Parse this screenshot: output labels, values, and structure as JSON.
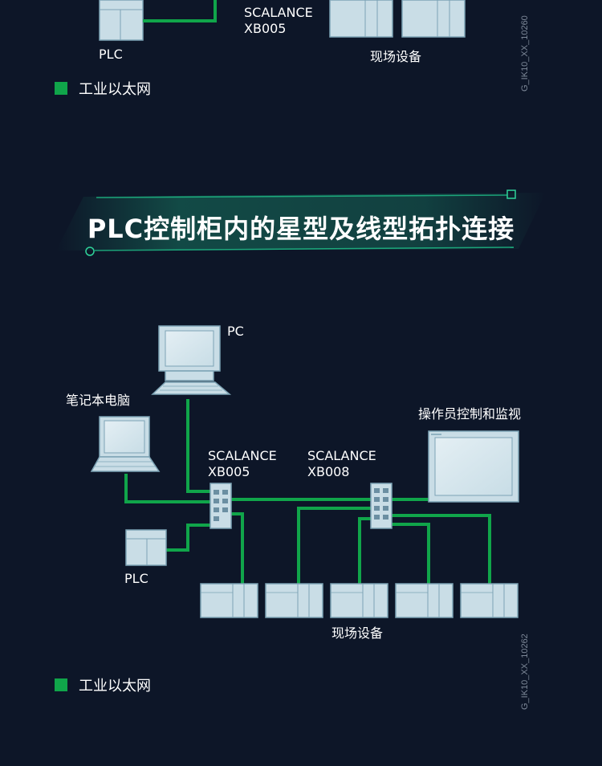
{
  "top": {
    "plc_label": "PLC",
    "switch_label": "SCALANCE\nXB005",
    "field_label": "现场设备",
    "legend_label": "工业以太网",
    "figure_code": "G_IK10_XX_10260"
  },
  "banner": {
    "title": "PLC控制柜内的星型及线型拓扑连接"
  },
  "diagram": {
    "pc_label": "PC",
    "laptop_label": "笔记本电脑",
    "switch1_label": "SCALANCE\nXB005",
    "switch2_label": "SCALANCE\nXB008",
    "hmi_label": "操作员控制和监视",
    "plc_label": "PLC",
    "field_label": "现场设备",
    "legend_label": "工业以太网",
    "figure_code": "G_IK10_XX_10262"
  },
  "colors": {
    "background": "#0d1628",
    "ethernet": "#10a54a",
    "device_fill": "#c9dde6",
    "device_stroke": "#7da3b5",
    "banner_accent": "#1fc18a"
  }
}
